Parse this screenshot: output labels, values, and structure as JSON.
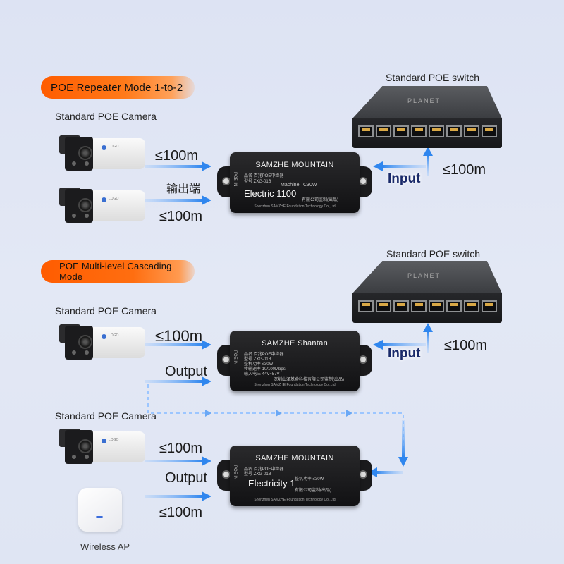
{
  "section1": {
    "mode_label": "POE Repeater Mode 1-to-2",
    "switch_label": "Standard POE switch",
    "camera_label": "Standard POE Camera",
    "dist_cam1": "≤100m",
    "output_cn": "输出端",
    "dist_cam2": "≤100m",
    "input_label": "Input",
    "dist_switch": "≤100m",
    "repeater": {
      "title": "SAMZHE MOUNTAIN",
      "line1": "品名 百兆POE中继器",
      "line2": "型号 ZXG-01B",
      "machine_text": "Machine",
      "power_text": "C30W",
      "overlay": "Electric 1100",
      "company_text": "有限公司监制(出品)",
      "footer": "Shenzhen SAMZHE Foundation Technology Co.,Ltd",
      "side_text": "POE IN"
    },
    "switch_brand": "PLANET"
  },
  "section2": {
    "mode_label": "POE Multi-level Cascading Mode",
    "switch_label": "Standard POE switch",
    "camera_label": "Standard POE Camera",
    "dist_cam1": "≤100m",
    "output1": "Output",
    "input_label": "Input",
    "dist_switch": "≤100m",
    "repeater": {
      "title": "SAMZHE Shantan",
      "line1": "品名 百兆POE中继器",
      "line2": "型号 ZXG-01B",
      "line3": "整机功率 ≤30W",
      "line4": "传输速率 10/100Mbps",
      "line5": "输入电压 44V~57V",
      "company_text": "深圳山泽基金科技有限公司监制(出品)",
      "footer": "Shenzhen SAMZHE Foundation Technology Co.,Ltd",
      "side_text": "POE IN"
    },
    "switch_brand": "PLANET"
  },
  "section3": {
    "camera_label": "Standard POE Camera",
    "dist_cam": "≤100m",
    "output2": "Output",
    "dist_ap": "≤100m",
    "ap_label": "Wireless AP",
    "repeater": {
      "title": "SAMZHE MOUNTAIN",
      "line1": "品名 百兆POE中继器",
      "line2": "型号 ZXG-01B",
      "line3": "整机功率 ≤30W",
      "overlay": "Electricity 1",
      "company_text": "有限公司监制(出品)",
      "footer": "Shenzhen SAMZHE Foundation Technology Co.,Ltd",
      "side_text": "POE IN"
    }
  },
  "colors": {
    "accent_orange": "#ff6a00",
    "arrow_blue": "#3a8cf0",
    "background": "#e0e6f4",
    "device_black": "#1a1a1c"
  },
  "icons": [
    "camera-icon",
    "poe-repeater-icon",
    "poe-switch-icon",
    "wireless-ap-icon",
    "arrow-right-icon",
    "arrow-up-icon",
    "arrow-down-icon"
  ]
}
